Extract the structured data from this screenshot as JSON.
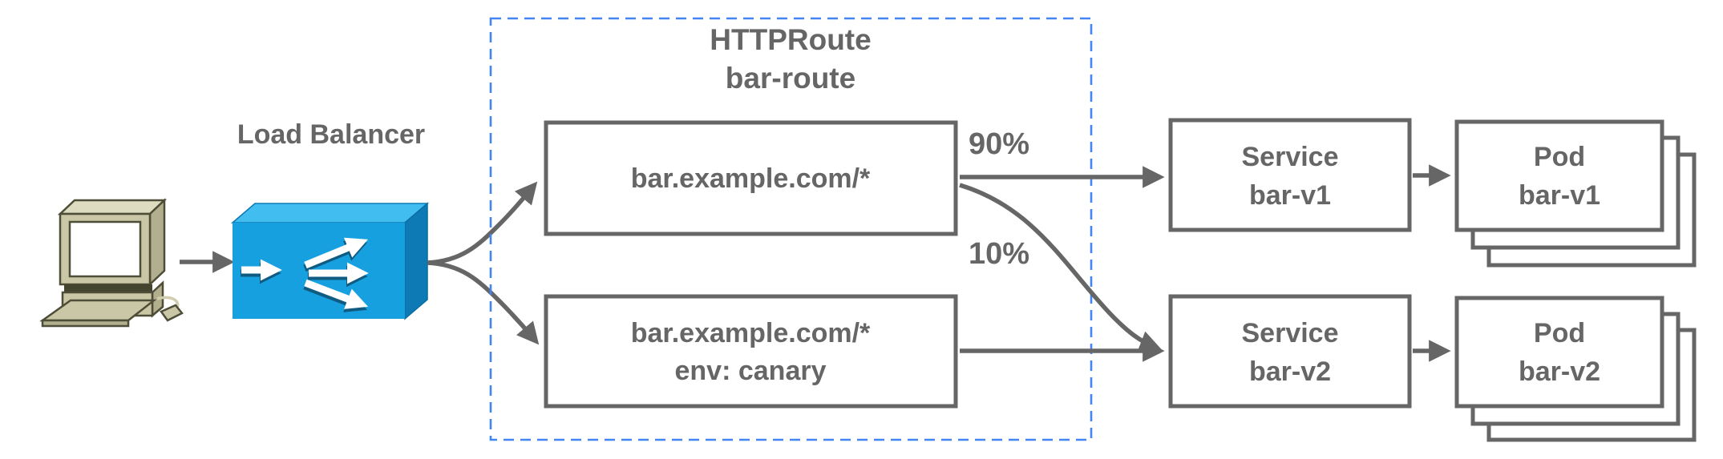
{
  "client": {
    "icon": "desktop-computer"
  },
  "load_balancer": {
    "label": "Load Balancer"
  },
  "httproute": {
    "kind": "HTTPRoute",
    "name": "bar-route",
    "rules": [
      {
        "match": "bar.example.com/*",
        "weight": "90%"
      },
      {
        "match": "bar.example.com/*",
        "header_match": "env: canary",
        "weight": "10%"
      }
    ]
  },
  "services": [
    {
      "kind": "Service",
      "name": "bar-v1"
    },
    {
      "kind": "Service",
      "name": "bar-v2"
    }
  ],
  "pods": [
    {
      "kind": "Pod",
      "name": "bar-v1"
    },
    {
      "kind": "Pod",
      "name": "bar-v2"
    }
  ],
  "colors": {
    "gray": "#666666",
    "blue": "#4285F4",
    "green": "#34A853",
    "route_boundary": "#4285F4",
    "lb_front": "#17A0DF",
    "lb_top": "#41BDF0",
    "lb_side": "#0D7AB5"
  }
}
